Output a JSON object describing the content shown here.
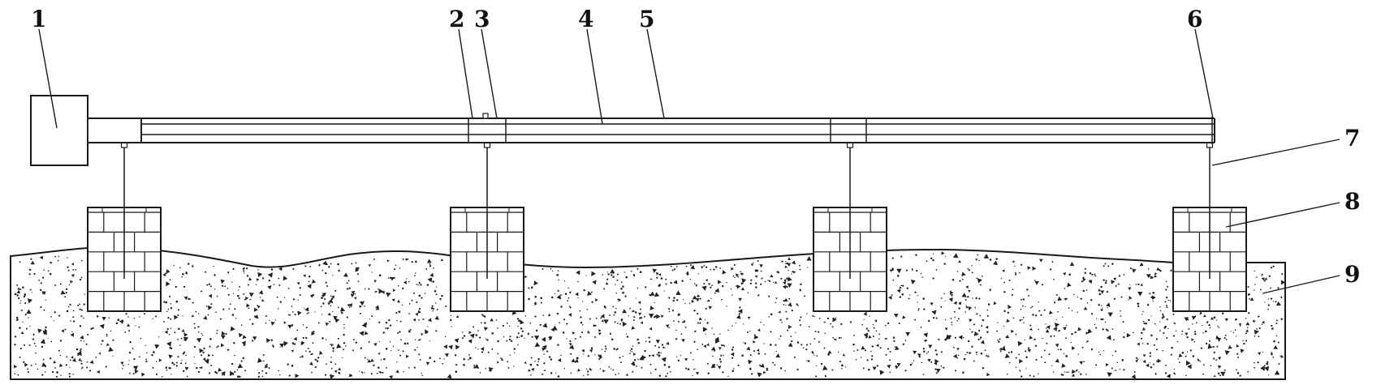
{
  "labels": {
    "l1": "1",
    "l2": "2",
    "l3": "3",
    "l4": "4",
    "l5": "5",
    "l6": "6",
    "l7": "7",
    "l8": "8",
    "l9": "9"
  },
  "colors": {
    "ink": "#1a1a1a",
    "background": "#ffffff",
    "speckle": "#222222"
  }
}
